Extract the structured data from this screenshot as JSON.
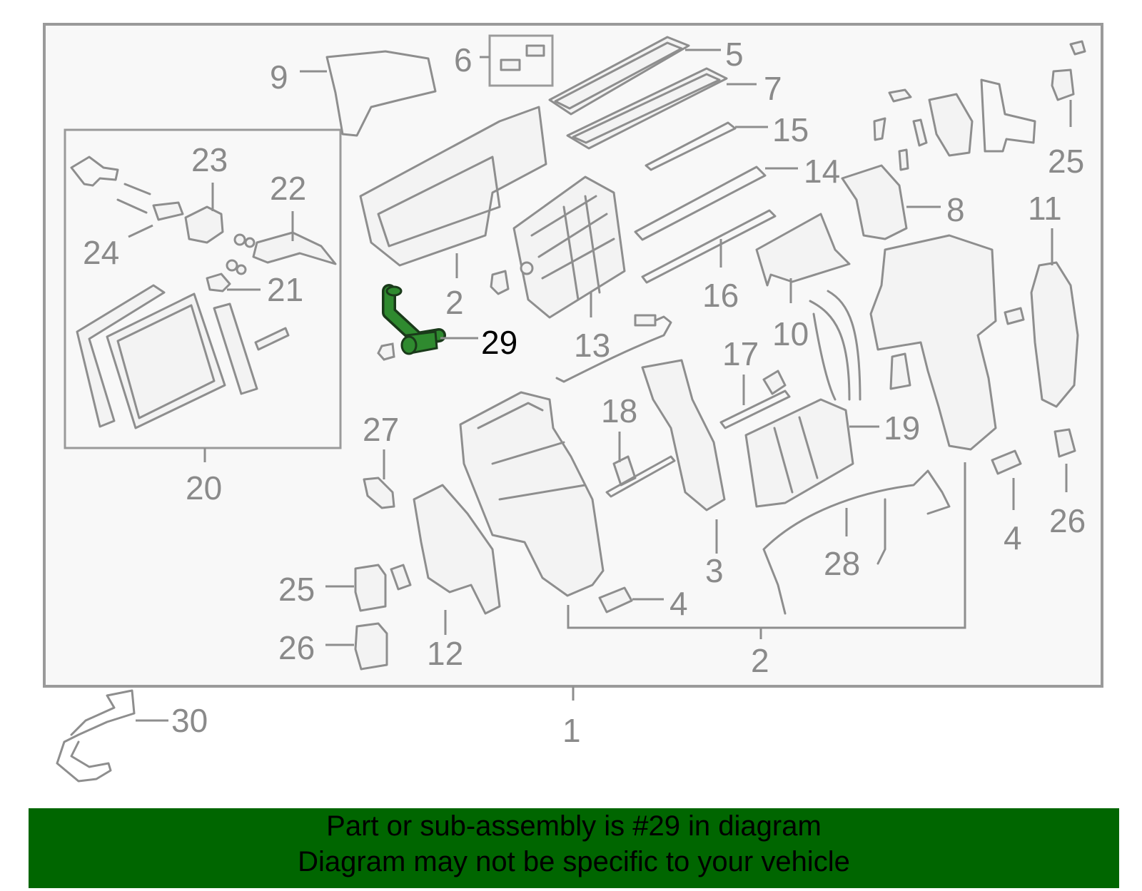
{
  "callouts": {
    "c1": "1",
    "c2a": "2",
    "c2b": "2",
    "c3": "3",
    "c4a": "4",
    "c4b": "4",
    "c5": "5",
    "c6": "6",
    "c7": "7",
    "c8": "8",
    "c9": "9",
    "c10": "10",
    "c11": "11",
    "c12": "12",
    "c13": "13",
    "c14": "14",
    "c15": "15",
    "c16": "16",
    "c17": "17",
    "c18": "18",
    "c19": "19",
    "c20": "20",
    "c21": "21",
    "c22": "22",
    "c23": "23",
    "c24": "24",
    "c25a": "25",
    "c25b": "25",
    "c26a": "26",
    "c26b": "26",
    "c27": "27",
    "c28": "28",
    "c29": "29",
    "c30": "30"
  },
  "highlight": {
    "part_number": "29",
    "color": "#1e6b1e"
  },
  "banner": {
    "line1": "Part or sub-assembly is #29 in diagram",
    "line2": "Diagram may not be specific to your vehicle",
    "background": "#006600"
  }
}
